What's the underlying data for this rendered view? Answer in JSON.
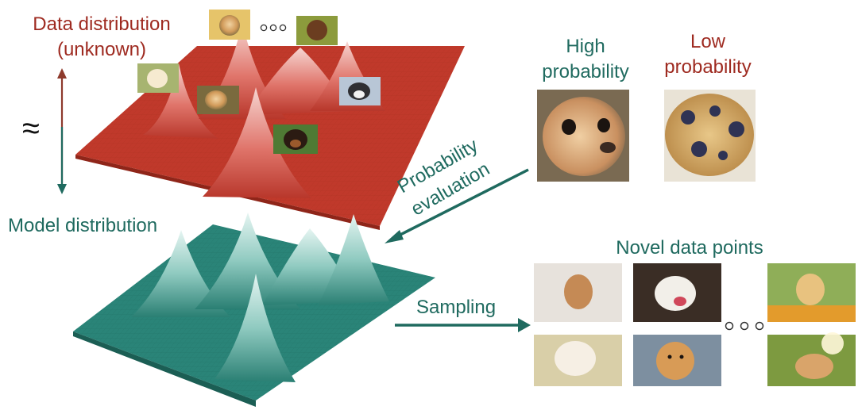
{
  "labels": {
    "data_distribution": "Data distribution",
    "unknown": "(unknown)",
    "approx": "≈",
    "model_distribution": "Model distribution",
    "probability": "Probability",
    "evaluation": "evaluation",
    "sampling": "Sampling",
    "high": "High",
    "high_prob": "probability",
    "low": "Low",
    "low_prob": "probability",
    "novel": "Novel data points"
  },
  "colors": {
    "data_red": "#9e2a20",
    "surface_red": "#c0392b",
    "model_teal": "#1f6a5f",
    "surface_teal": "#2a8478"
  },
  "icons": {
    "chihuahua": "chihuahua-photo",
    "muffin": "blueberry-muffin-photo",
    "dog": "dog-photo"
  }
}
